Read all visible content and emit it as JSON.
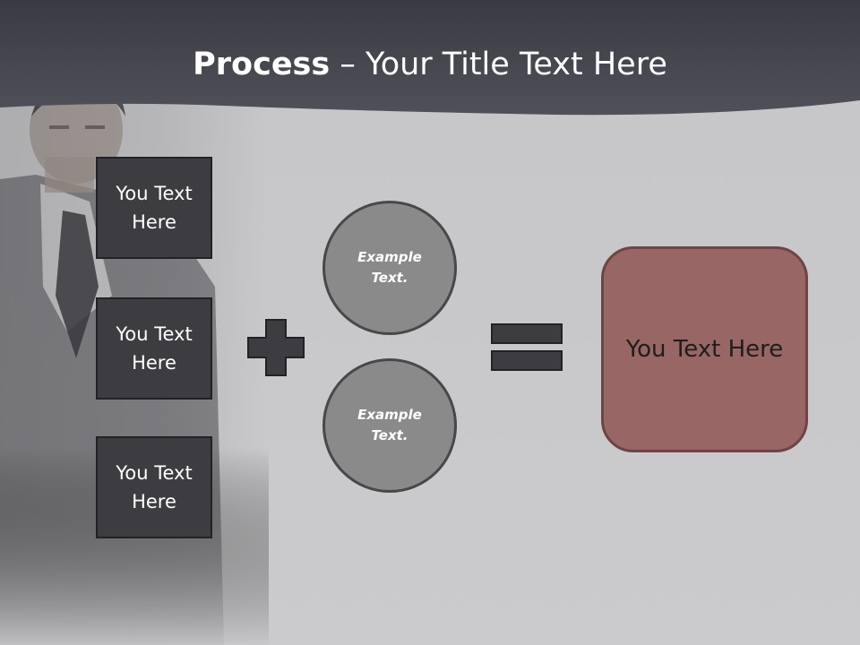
{
  "title": {
    "bold": "Process",
    "rest": " – Your Title Text Here"
  },
  "left_boxes": [
    "You Text Here",
    "You Text Here",
    "You Text Here"
  ],
  "circles": [
    "Example Text.",
    "Example Text."
  ],
  "result": "You Text Here",
  "operators": {
    "plus": "plus-icon",
    "equals": "equals-icon"
  },
  "colors": {
    "header": "#45464e",
    "box_fill": "#3c3c41",
    "circle_fill": "#8a8a8b",
    "result_fill": "#986665",
    "operator_fill": "#3c3c41"
  }
}
